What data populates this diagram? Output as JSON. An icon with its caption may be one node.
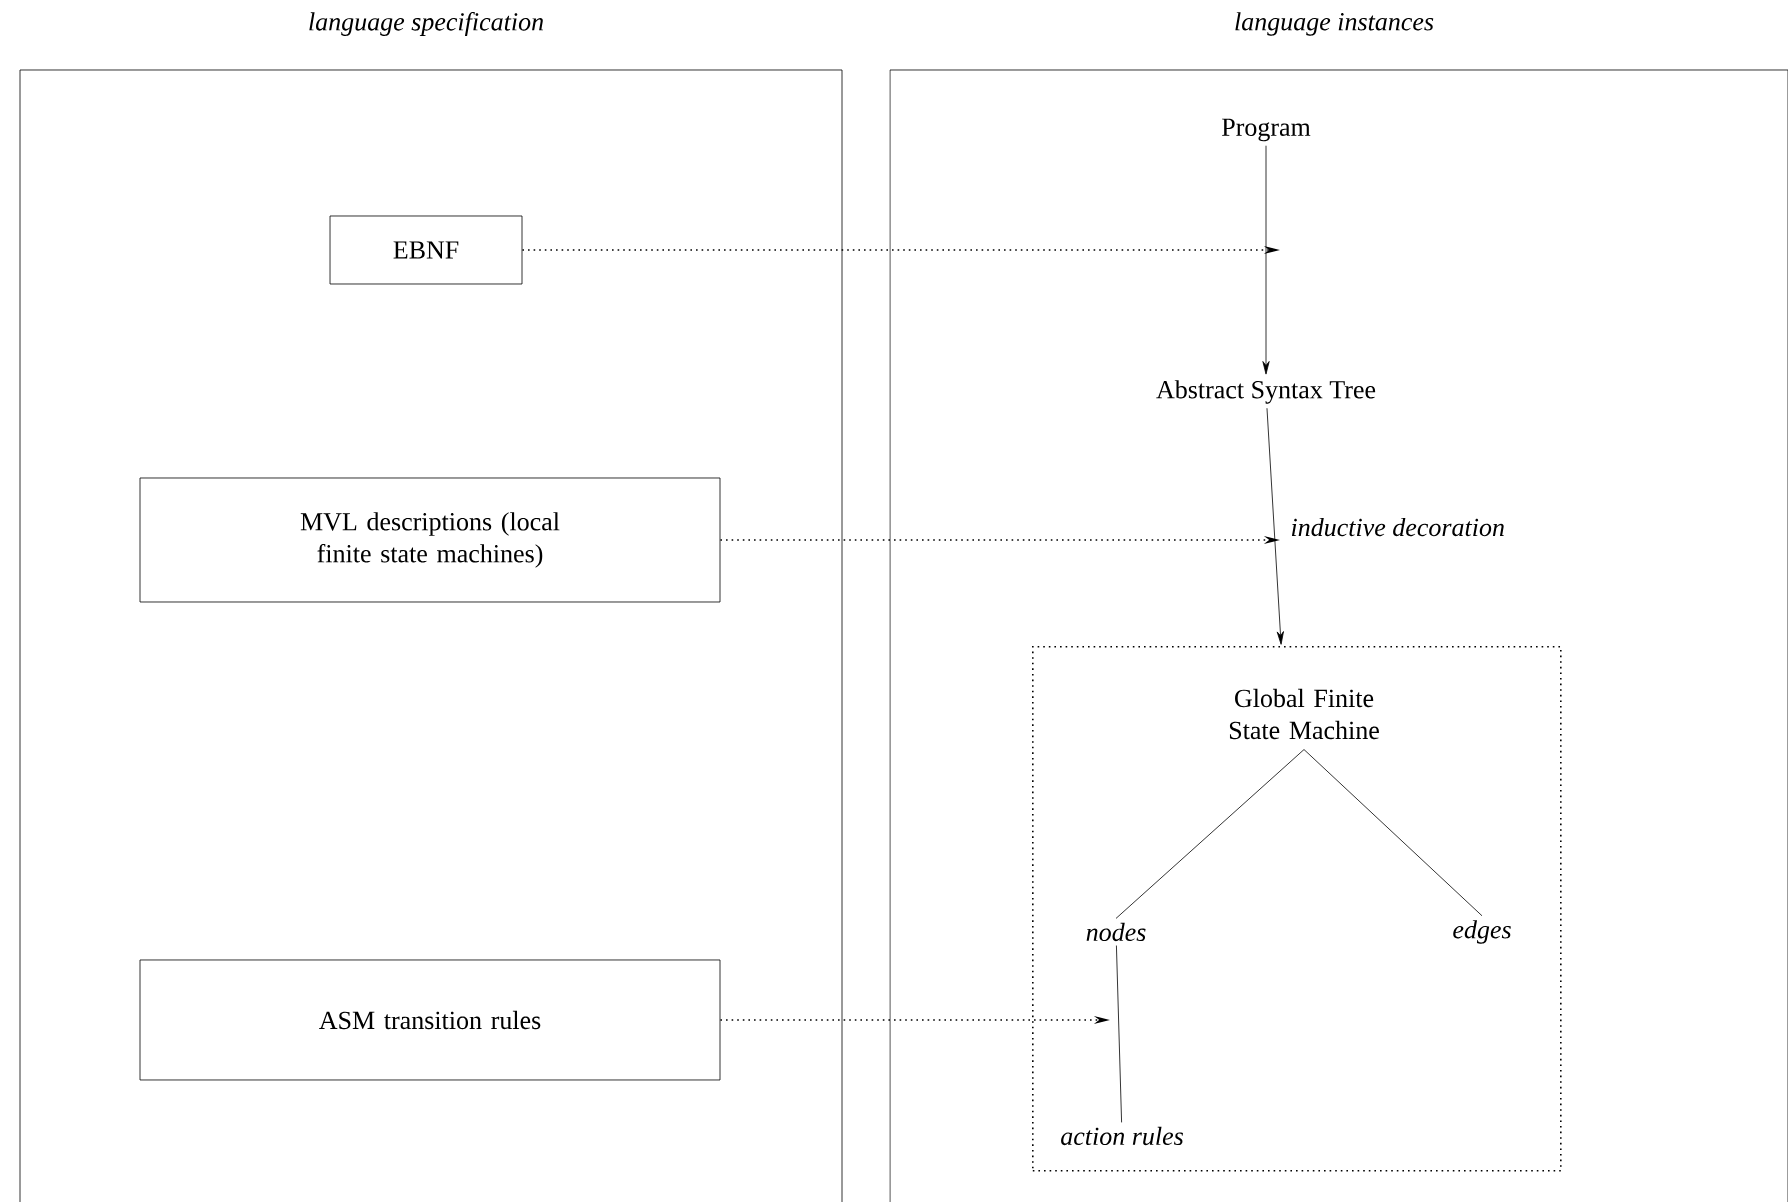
{
  "diagram": {
    "nodes": [
      {
        "text": [
          "language specification"
        ]
      },
      {
        "text": [
          "language instances"
        ]
      },
      {
        "text": [
          "EBNF"
        ],
        "in": 0
      },
      {
        "text": [
          "MVL descriptions (local finite state machines)"
        ],
        "in": 0
      },
      {
        "text": [
          "ASM transition rules"
        ],
        "in": 0
      },
      {
        "text": [
          "Program"
        ],
        "in": 1
      },
      {
        "text": [
          "Abstract Syntax Tree"
        ],
        "in": 1
      },
      {
        "text": [],
        "shape": "box",
        "in": 1
      },
      {
        "text": [
          "Global Finite State Machine"
        ],
        "in": 7
      },
      {
        "text": [
          "nodes"
        ],
        "in": 7
      },
      {
        "text": [
          "edges"
        ],
        "in": 7
      },
      {
        "text": [
          "action rules"
        ],
        "in": 7
      }
    ],
    "edges": [
      {
        "from": 2,
        "to": null,
        "arrow": "to",
        "style": "dashed"
      },
      {
        "from": 3,
        "to": null,
        "arrow": "to",
        "style": "dashed"
      },
      {
        "from": 4,
        "to": null,
        "arrow": "to",
        "style": "dashed"
      },
      {
        "from": 5,
        "to": 6,
        "arrow": "to"
      },
      {
        "from": 6,
        "to": 7,
        "arrow": "to",
        "label": "inductive decoration"
      },
      {
        "from": 8,
        "to": 9,
        "arrow": "none"
      },
      {
        "from": 8,
        "to": 10,
        "arrow": "none"
      },
      {
        "from": 9,
        "to": 11,
        "arrow": "none"
      }
    ]
  }
}
